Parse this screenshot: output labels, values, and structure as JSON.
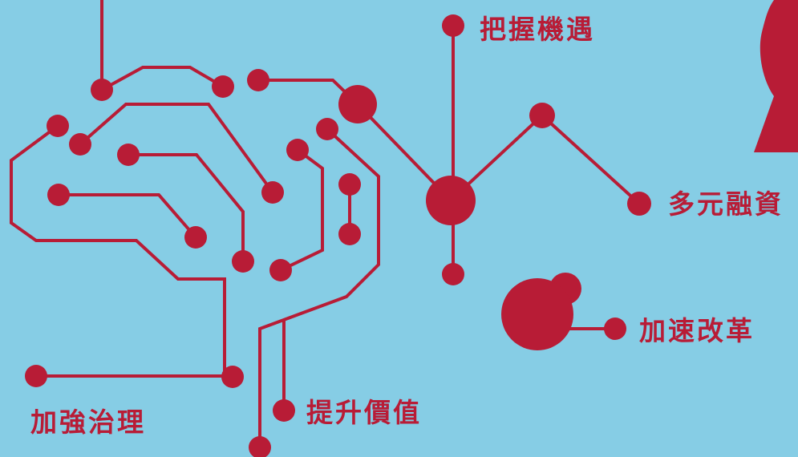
{
  "colors": {
    "background": "#86cde5",
    "accent": "#b81c36"
  },
  "labels": {
    "seize": "把握機遇",
    "financing": "多元融資",
    "reform": "加速改革",
    "value": "提升價值",
    "governance": "加強治理"
  }
}
